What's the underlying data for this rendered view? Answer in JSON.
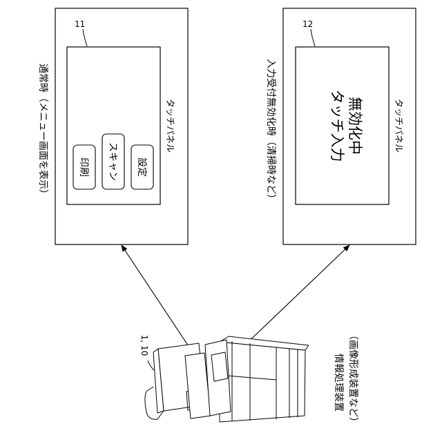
{
  "normal_mode": {
    "caption": "通常時（メニュー画面を表示）",
    "panel_ref": "11",
    "panel_label": "タッチパネル",
    "buttons": [
      "印刷",
      "スキャン",
      "設定"
    ]
  },
  "disabled_mode": {
    "caption": "入力受付無効化時（清掃時など）",
    "panel_ref": "12",
    "panel_label": "タッチパネル",
    "message_line1": "タッチ入力",
    "message_line2": "無効化中"
  },
  "device": {
    "ref": "1, 10",
    "caption_line1": "情報処理装置",
    "caption_line2": "（画像形成装置など）"
  }
}
